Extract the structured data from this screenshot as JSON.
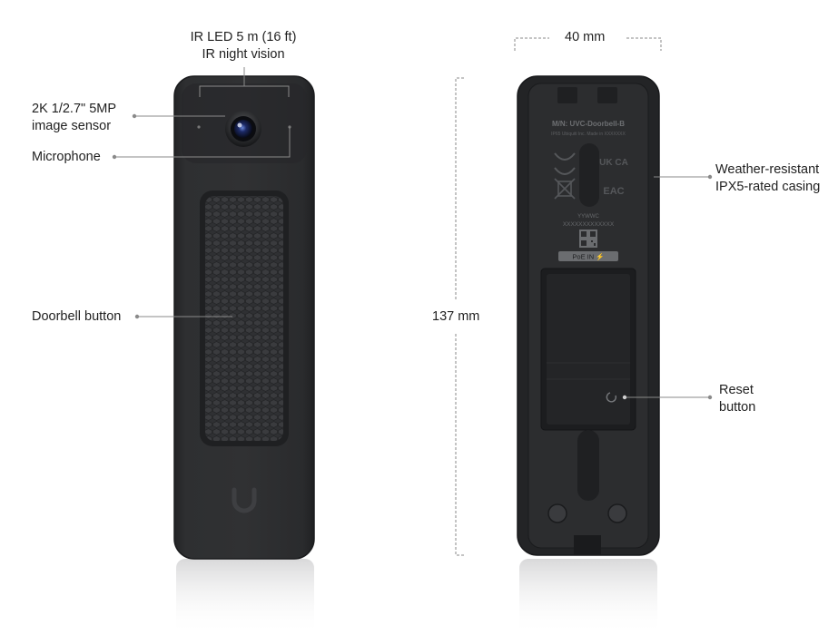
{
  "front_labels": {
    "ir_led_line1": "IR LED 5 m (16 ft)",
    "ir_led_line2": "IR night vision",
    "sensor_line1": "2K 1/2.7\" 5MP",
    "sensor_line2": "image sensor",
    "microphone": "Microphone",
    "doorbell_button": "Doorbell button"
  },
  "back_labels": {
    "width": "40 mm",
    "height": "137 mm",
    "casing_line1": "Weather-resistant",
    "casing_line2": "IPX5-rated casing",
    "reset_line1": "Reset",
    "reset_line2": "button"
  },
  "back_print": {
    "model": "M/N: UVC-Doorbell-B",
    "info": "IP65   Ubiquiti Inc.   Made in XXXXXXX",
    "date_code": "YYWWC",
    "serial": "XXXXXXXXXXXXX",
    "poe": "PoE IN ⚡",
    "uk_mark": "UK CA",
    "eac_mark": "EAC"
  },
  "colors": {
    "device_body": "#2b2c2e",
    "device_edge": "#1c1d1f",
    "callout_line": "#8a8a8a",
    "text": "#1f1f1f"
  }
}
